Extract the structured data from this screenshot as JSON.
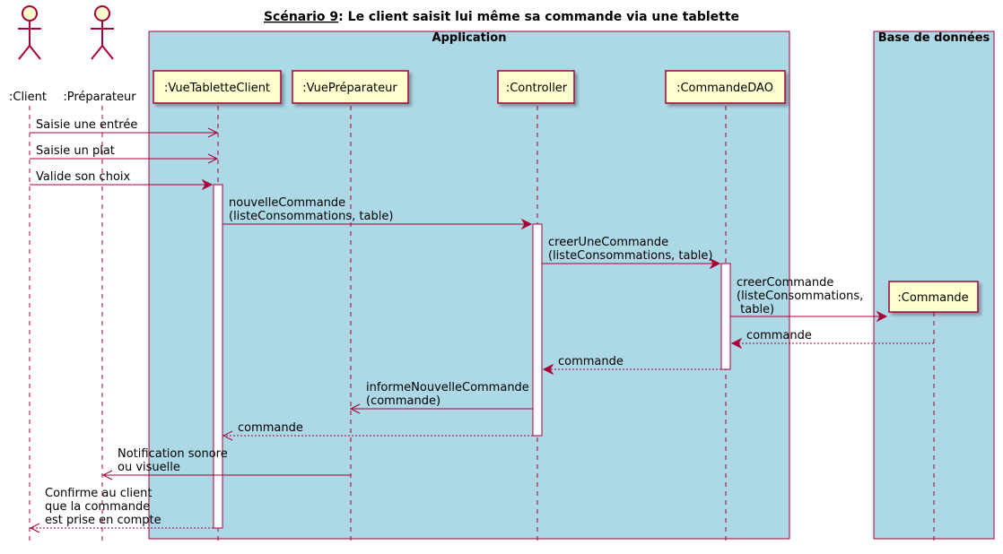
{
  "title_prefix": "Scénario 9",
  "title_rest": ": Le client saisit lui même sa commande via une tablette",
  "boxes": [
    {
      "id": "application",
      "label": "Application"
    },
    {
      "id": "bdd",
      "label": "Base de données"
    }
  ],
  "actors": [
    {
      "id": "client",
      "label": ":Client"
    },
    {
      "id": "preparateur",
      "label": ":Préparateur"
    }
  ],
  "participants": [
    {
      "id": "vuetablette",
      "label": ":VueTabletteClient"
    },
    {
      "id": "vueprep",
      "label": ":VuePréparateur"
    },
    {
      "id": "controller",
      "label": ":Controller"
    },
    {
      "id": "dao",
      "label": ":CommandeDAO"
    },
    {
      "id": "commande",
      "label": ":Commande"
    }
  ],
  "messages": [
    {
      "id": "m1",
      "from": "client",
      "to": "vuetablette",
      "style": "async",
      "lines": [
        "Saisie une entrée"
      ]
    },
    {
      "id": "m2",
      "from": "client",
      "to": "vuetablette",
      "style": "async",
      "lines": [
        "Saisie un plat"
      ]
    },
    {
      "id": "m3",
      "from": "client",
      "to": "vuetablette",
      "style": "sync",
      "lines": [
        "Valide son choix"
      ]
    },
    {
      "id": "m4",
      "from": "vuetablette",
      "to": "controller",
      "style": "sync",
      "lines": [
        "nouvelleCommande",
        "(listeConsommations, table)"
      ]
    },
    {
      "id": "m5",
      "from": "controller",
      "to": "dao",
      "style": "sync",
      "lines": [
        "creerUneCommande",
        "(listeConsommations, table)"
      ]
    },
    {
      "id": "m6",
      "from": "dao",
      "to": "commande",
      "style": "create",
      "lines": [
        "creerCommande",
        "(listeConsommations,",
        " table)"
      ]
    },
    {
      "id": "m7",
      "from": "commande",
      "to": "dao",
      "style": "return",
      "lines": [
        "commande"
      ]
    },
    {
      "id": "m8",
      "from": "dao",
      "to": "controller",
      "style": "return",
      "lines": [
        "commande"
      ]
    },
    {
      "id": "m9",
      "from": "controller",
      "to": "vueprep",
      "style": "async",
      "lines": [
        "informeNouvelleCommande",
        "(commande)"
      ]
    },
    {
      "id": "m10",
      "from": "controller",
      "to": "vuetablette",
      "style": "return-open",
      "lines": [
        "commande"
      ]
    },
    {
      "id": "m11",
      "from": "vueprep",
      "to": "preparateur",
      "style": "async",
      "lines": [
        "Notification sonore",
        "ou visuelle"
      ]
    },
    {
      "id": "m12",
      "from": "vuetablette",
      "to": "client",
      "style": "return-open",
      "lines": [
        "Confirme au client",
        "que la commande",
        "est prise en compte"
      ]
    }
  ],
  "colors": {
    "box_fill": "#ADD8E6",
    "participant_fill": "#FEFECE",
    "line": "#A80036",
    "text": "#000000"
  }
}
